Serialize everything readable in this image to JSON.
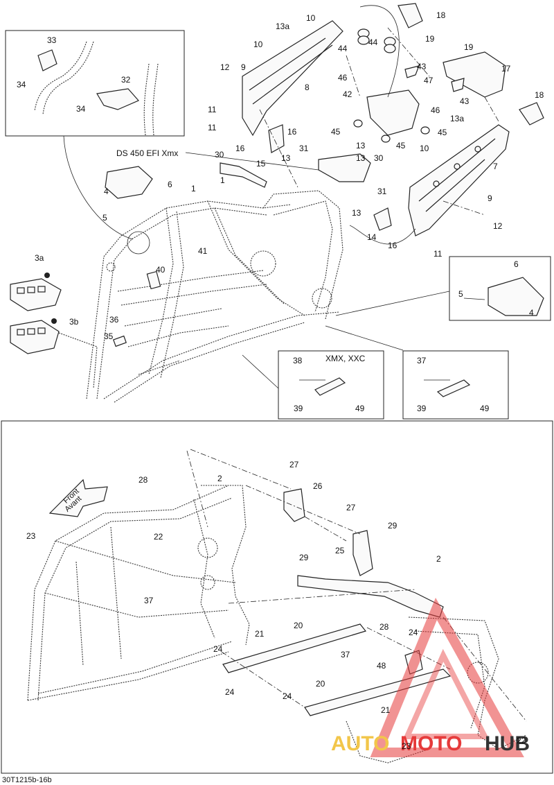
{
  "diagram_id": "30T1215b-16b",
  "model_labels": {
    "ds450": "DS 450 EFI Xmx",
    "xmx_xxc": "XMX, XXC"
  },
  "front_arrow": {
    "line1": "Front",
    "line2": "Avant"
  },
  "watermark": {
    "part1": "AUTO",
    "part2": "MOTO",
    "part3": "HUB",
    "accent": "#e63a3a",
    "dark": "#333333"
  },
  "callouts_top": [
    "33",
    "34",
    "32",
    "34",
    "10",
    "13a",
    "10",
    "12",
    "9",
    "8",
    "11",
    "11",
    "16",
    "16",
    "15",
    "13",
    "30",
    "31",
    "13",
    "13",
    "30",
    "31",
    "13",
    "14",
    "16",
    "4",
    "6",
    "5",
    "1",
    "1",
    "41",
    "40",
    "3a",
    "3b",
    "36",
    "35",
    "18",
    "44",
    "44",
    "19",
    "19",
    "17",
    "46",
    "43",
    "42",
    "47",
    "43",
    "46",
    "45",
    "45",
    "45",
    "13a",
    "10",
    "7",
    "18",
    "9",
    "12",
    "11",
    "6",
    "5",
    "4",
    "38",
    "39",
    "49",
    "37",
    "39",
    "49"
  ],
  "callouts_bottom": [
    "28",
    "2",
    "27",
    "26",
    "22",
    "23",
    "27",
    "29",
    "29",
    "25",
    "2",
    "37",
    "28",
    "20",
    "21",
    "24",
    "37",
    "24",
    "24",
    "48",
    "20",
    "24",
    "21",
    "22",
    "23"
  ]
}
